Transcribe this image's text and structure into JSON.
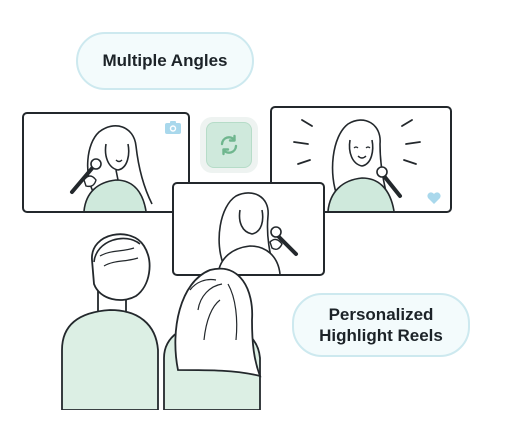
{
  "labels": {
    "multiple_angles": "Multiple Angles",
    "personalized_line1": "Personalized",
    "personalized_line2": "Highlight Reels"
  },
  "icons": {
    "camera": "camera-icon",
    "sync": "sync-icon",
    "heart": "heart-icon"
  },
  "colors": {
    "pill_bg": "#f3fbfc",
    "pill_border": "#cde9ef",
    "accent_blue": "#a9d8ec",
    "accent_green": "#cfe9dc",
    "shirt_green": "#dcefe4",
    "outline": "#23282c"
  }
}
